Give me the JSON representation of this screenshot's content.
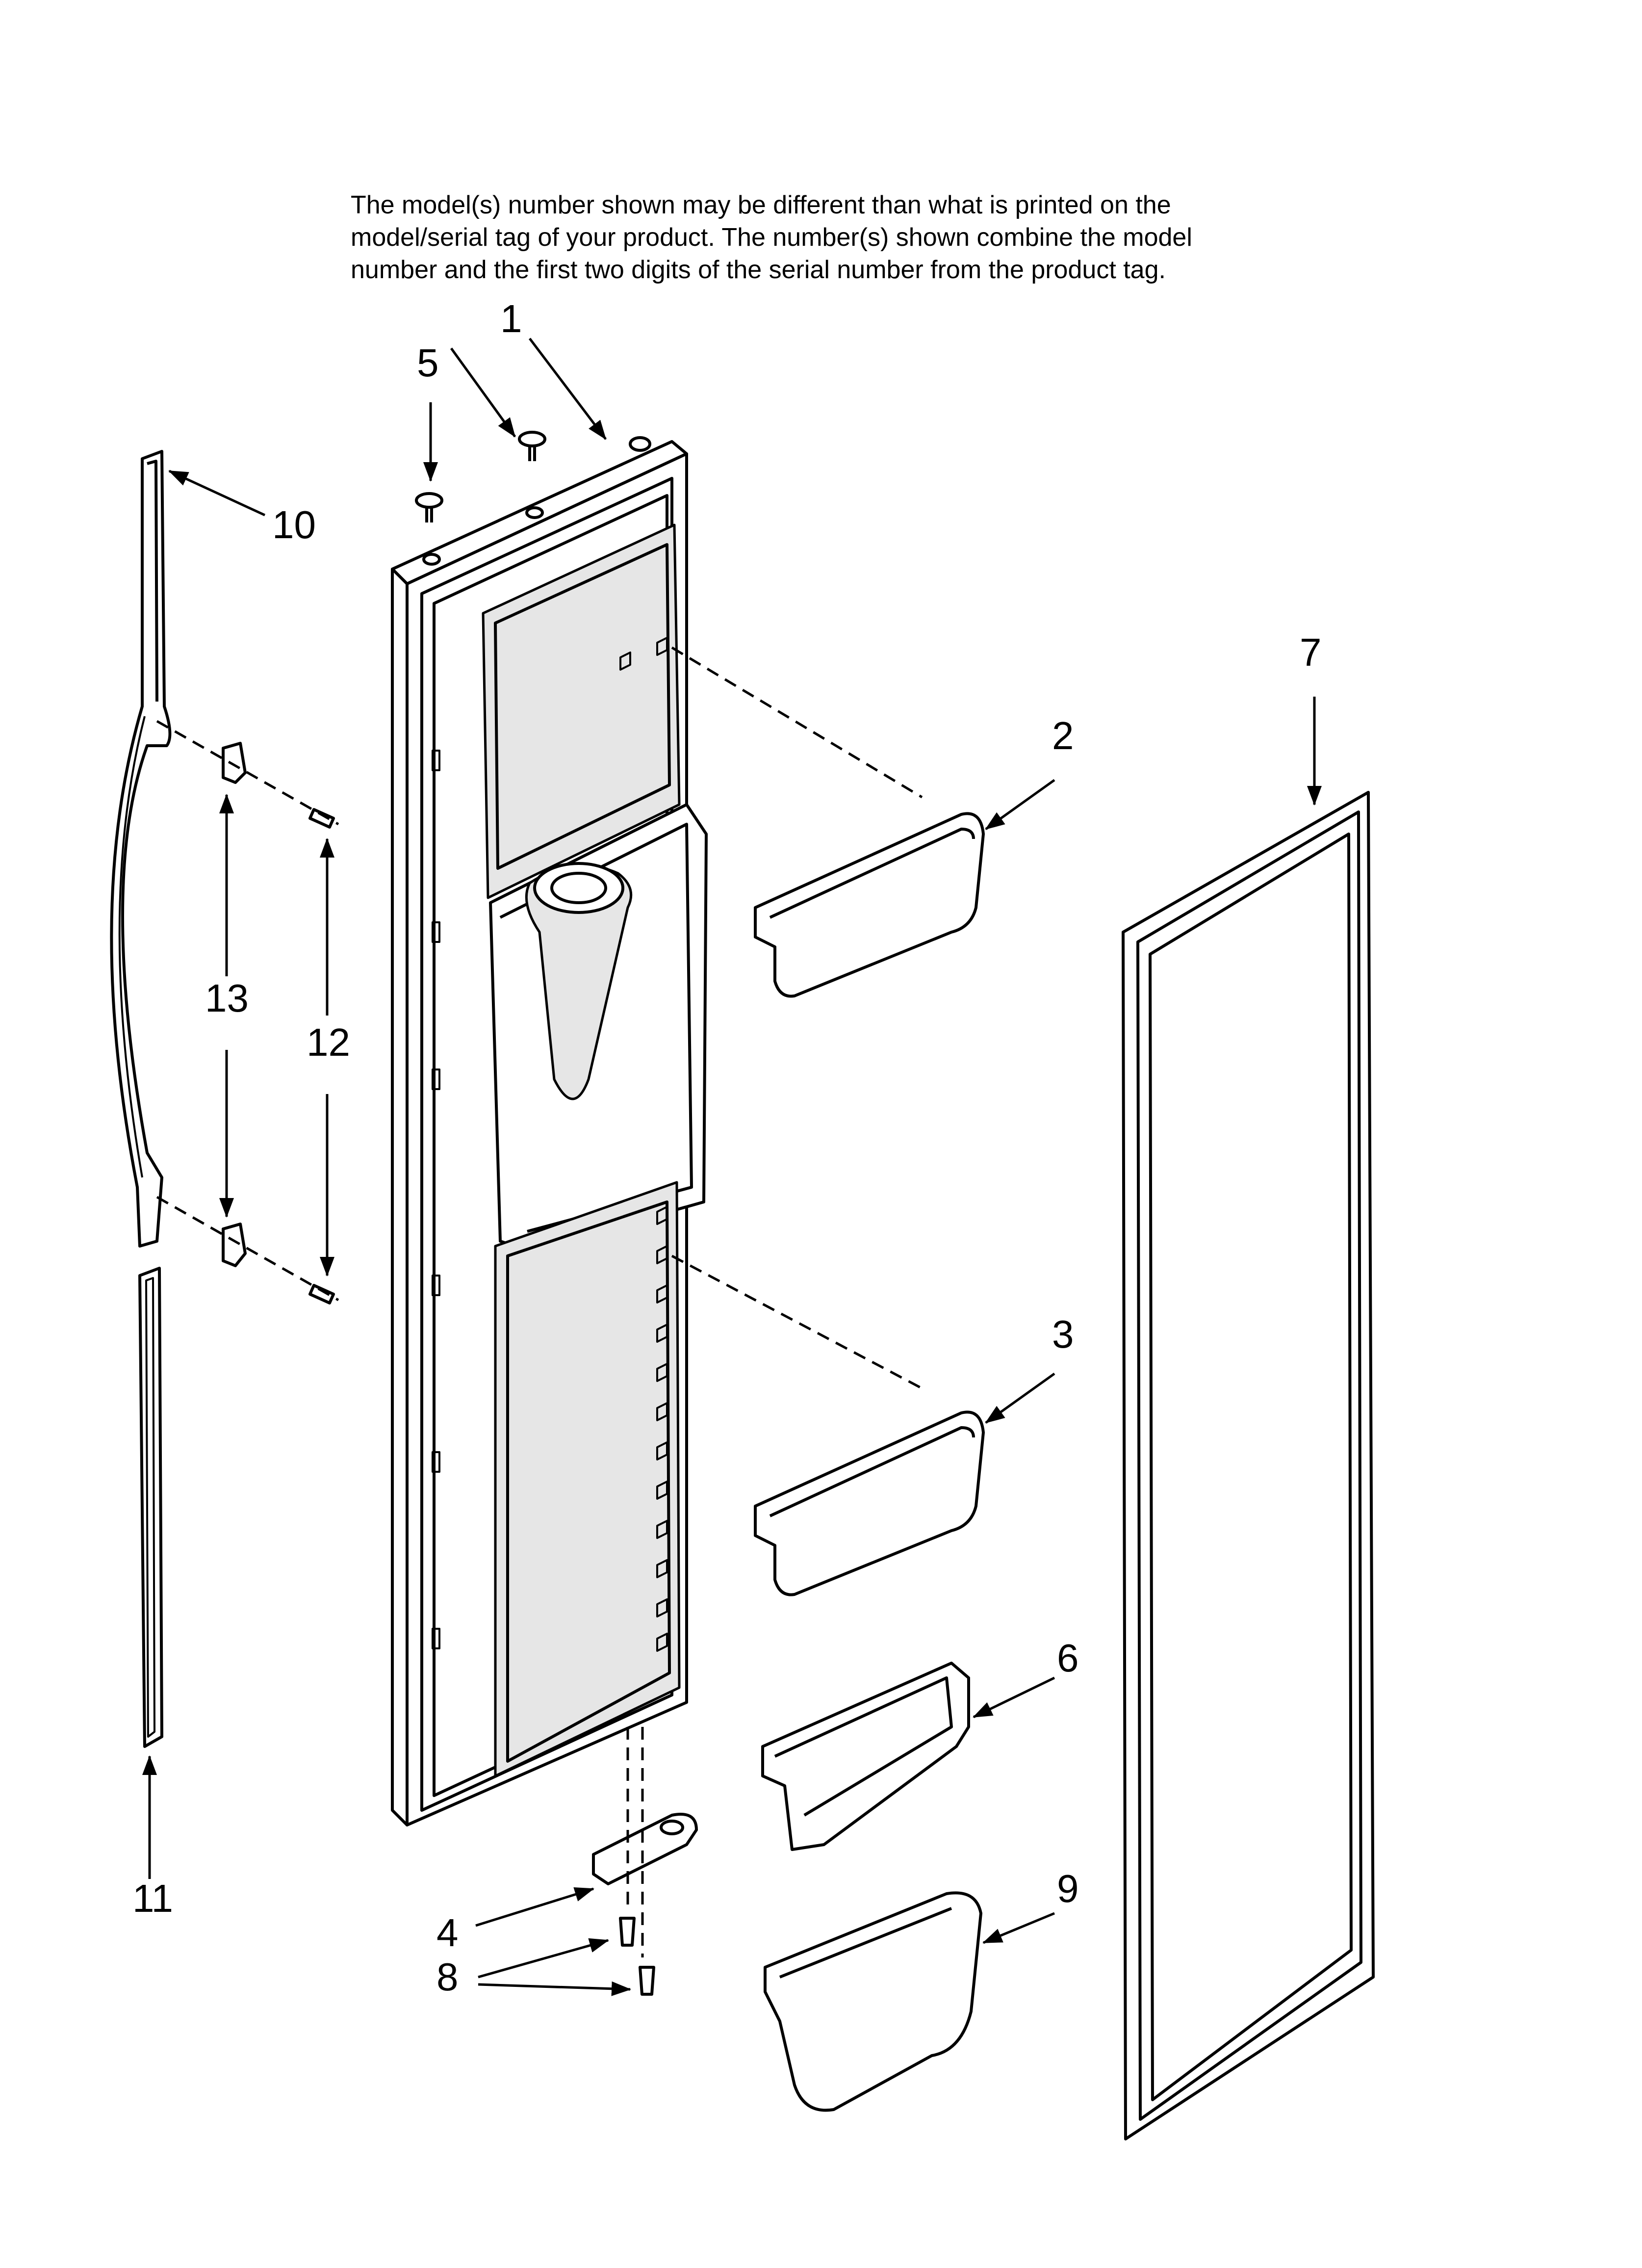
{
  "note": {
    "lines": [
      "The model(s) number shown may be different than what is printed on the",
      "model/serial tag of your product. The number(s) shown combine the model",
      "number and the first two digits of the serial number from the product tag."
    ]
  },
  "callouts": {
    "c1": "1",
    "c2": "2",
    "c3": "3",
    "c4": "4",
    "c5": "5",
    "c6": "6",
    "c7": "7",
    "c8": "8",
    "c9": "9",
    "c10": "10",
    "c11": "11",
    "c12": "12",
    "c13": "13"
  }
}
